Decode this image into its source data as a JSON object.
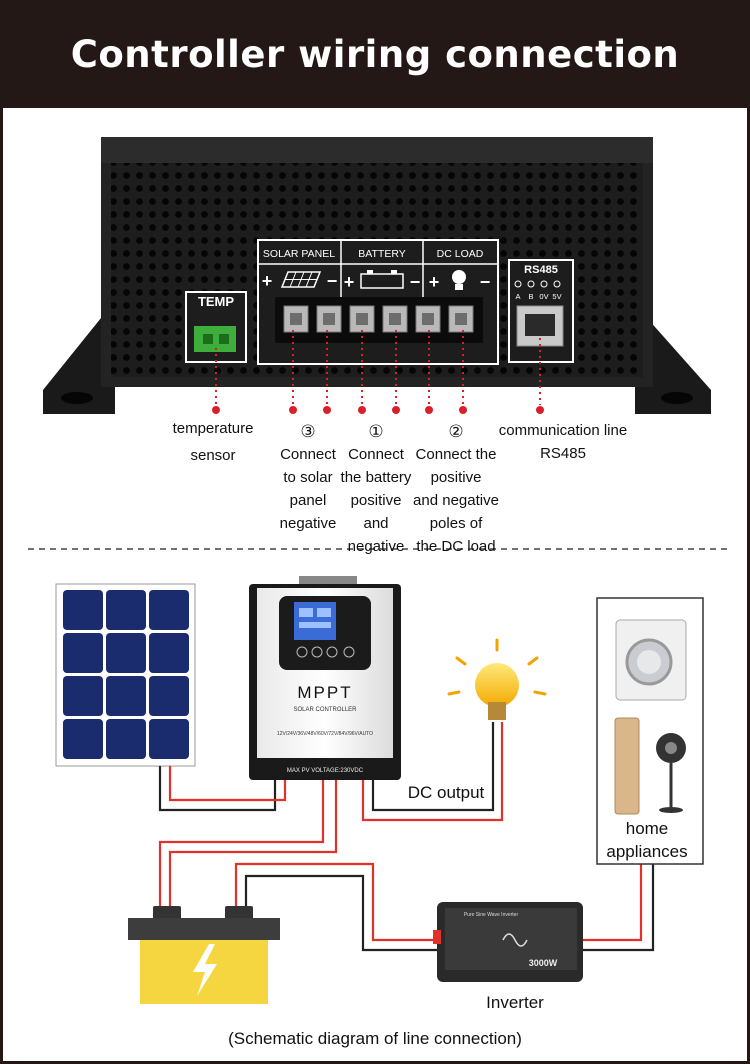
{
  "header": {
    "title": "Controller wiring connection"
  },
  "top_panel": {
    "temp_label": "TEMP",
    "solar_panel_label": "SOLAR PANEL",
    "battery_label": "BATTERY",
    "dc_load_label": "DC LOAD",
    "rs485_label": "RS485",
    "rs485_pins": [
      "A",
      "B",
      "0V",
      "5V"
    ],
    "plus": "+",
    "minus": "−"
  },
  "annotations": {
    "temperature": {
      "lines": [
        "temperature",
        "sensor"
      ]
    },
    "solar": {
      "marker": "③",
      "lines": [
        "Connect",
        "to solar",
        "panel",
        "negative"
      ]
    },
    "battery": {
      "marker": "①",
      "lines": [
        "Connect",
        "the battery",
        "positive",
        "and",
        "negative"
      ]
    },
    "dc_load": {
      "marker": "②",
      "lines": [
        "Connect the",
        "positive",
        "and negative",
        "poles of",
        "the DC load"
      ]
    },
    "comm": {
      "lines": [
        "communication line",
        "RS485"
      ]
    }
  },
  "schematic": {
    "controller_brand": "MPPT",
    "controller_sub": "SOLAR CONTROLLER",
    "controller_voltages": "12V/24V/36V/48V/60V/72V/84V/96V/AUTO",
    "controller_max_pv": "MAX PV VOLTAGE:230VDC",
    "dc_output_label": "DC output",
    "home_appliances_lines": [
      "home",
      "appliances"
    ],
    "inverter_label": "Inverter",
    "inverter_rating": "3000W",
    "inverter_title": "Pure Sine Wave Inverter",
    "caption": "(Schematic diagram of line connection)"
  },
  "colors": {
    "header_bg": "#231815",
    "wire_red": "#e0312b",
    "wire_black": "#222222",
    "annotation_red": "#d9202a",
    "battery_yellow": "#f5d640"
  }
}
